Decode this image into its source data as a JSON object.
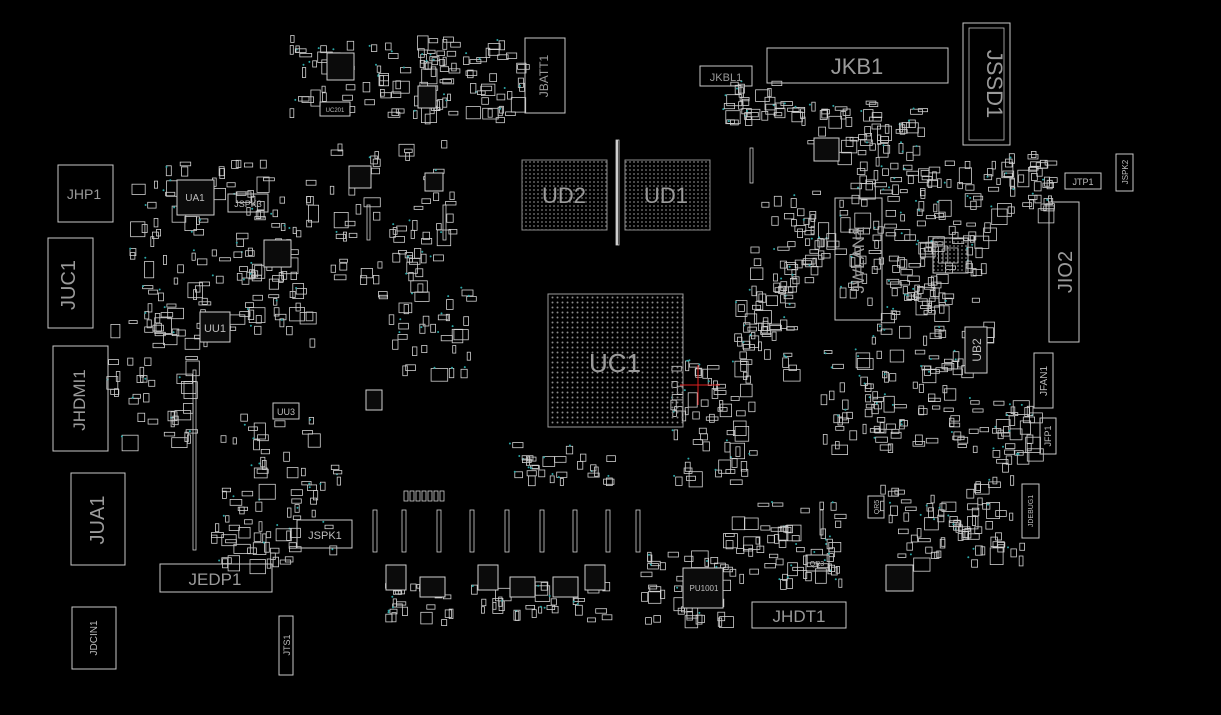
{
  "labels": {
    "jkb1": "JKB1",
    "jssd1": "JSSD1",
    "jkbl1": "JKBL1",
    "jbatt1": "JBATT1",
    "ud2": "UD2",
    "ud1": "UD1",
    "uc1": "UC1",
    "jhp1": "JHP1",
    "ua1": "UA1",
    "jspk3": "JSPK3",
    "juc1": "JUC1",
    "uu1": "UU1",
    "jhdmi1": "JHDMI1",
    "uu3": "UU3",
    "jua1": "JUA1",
    "jspk1": "JSPK1",
    "jedp1": "JEDP1",
    "jdcin1": "JDCIN1",
    "jts1": "JTS1",
    "jwlan1": "JWLAN1",
    "jio2": "JIO2",
    "jtp1": "JTP1",
    "jspk2": "JSPK2",
    "ub2": "UB2",
    "jfan1": "JFAN1",
    "jfp1": "JFP1",
    "jdebug1": "JDEBUG1",
    "qr5": "QR5",
    "qr3": "QR3",
    "pu1001": "PU1001",
    "jhdt1": "JHDT1",
    "uc201": "UC201"
  }
}
